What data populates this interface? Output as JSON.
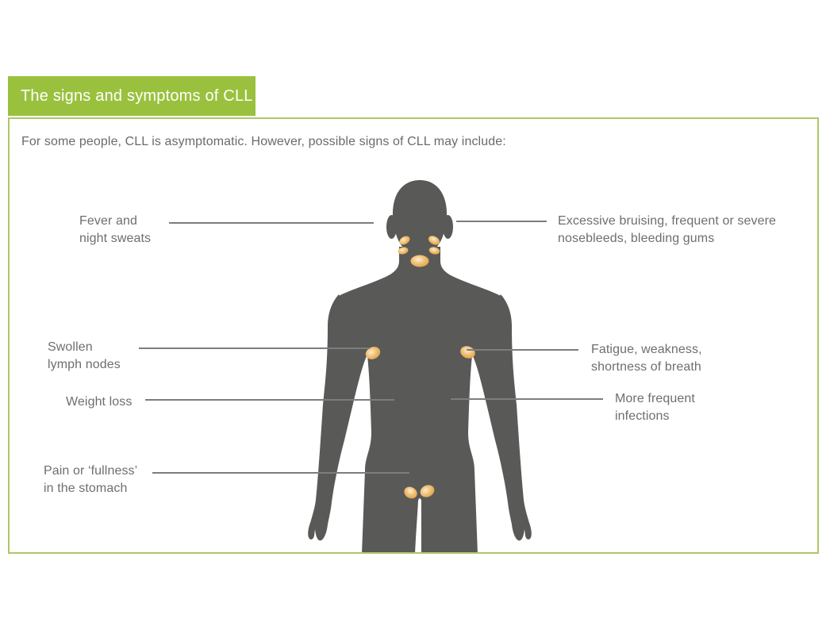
{
  "header": {
    "title": "The signs and symptoms of CLL"
  },
  "panel": {
    "intro": "For some people, CLL is asymptomatic. However, possible signs of CLL may include:"
  },
  "labels": {
    "fever": {
      "text": "Fever and\nnight sweats"
    },
    "bruising": {
      "text": "Excessive bruising, frequent or severe\nnosebleeds, bleeding gums"
    },
    "swollen": {
      "text": "Swollen\nlymph nodes"
    },
    "fatigue": {
      "text": "Fatigue, weakness,\nshortness of breath"
    },
    "weight": {
      "text": "Weight loss"
    },
    "infections": {
      "text": "More frequent\ninfections"
    },
    "pain": {
      "text": "Pain or ‘fullness’\nin the stomach"
    }
  },
  "colors": {
    "header_green": "#9ac13e",
    "panel_border_green": "#aec768",
    "body_gray": "#595957",
    "lead_line_gray": "#7d7d7d",
    "label_text_gray": "#6e6e6e",
    "lymph_node_outer": "#db9737",
    "lymph_node_inner": "#fbeed2"
  }
}
